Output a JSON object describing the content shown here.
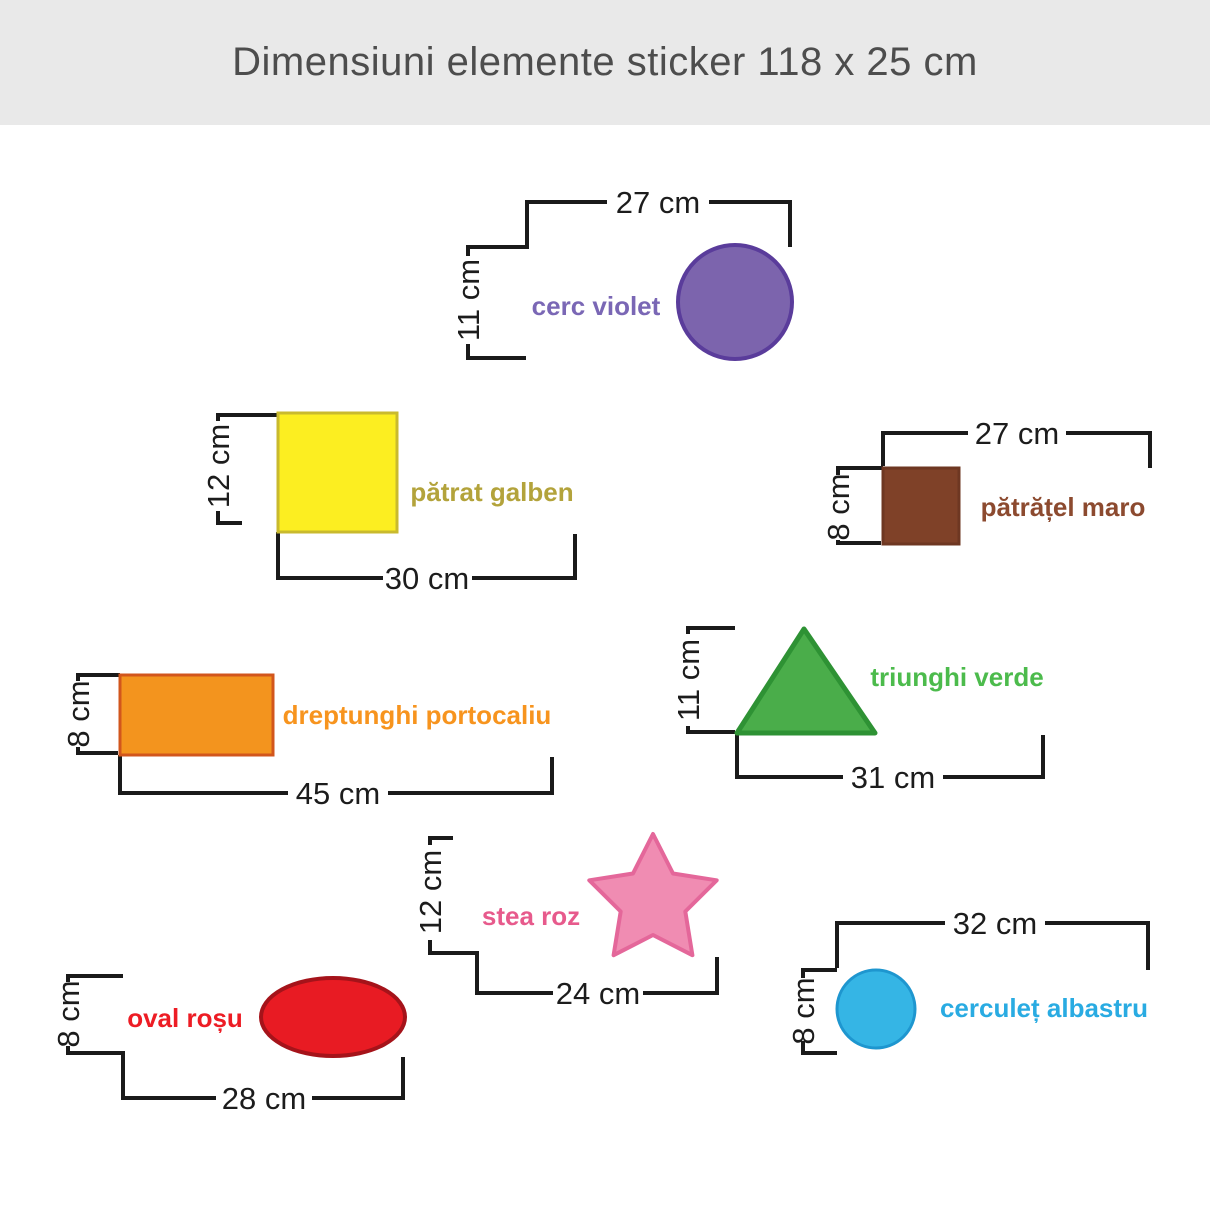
{
  "header": {
    "title": "Dimensiuni elemente sticker 118 x 25 cm",
    "background": "#E9E9E9",
    "text_color": "#4D4D4D"
  },
  "dim_color": "#1A1A1A",
  "shapes": [
    {
      "name": "cerc-violet",
      "type": "circle",
      "label": "cerc violet",
      "width": "27 cm",
      "height": "11 cm",
      "fill": "#7C64AD",
      "stroke": "#5A3C9B",
      "label_color": "#7A67B5"
    },
    {
      "name": "patrat-galben",
      "type": "square",
      "label": "pătrat galben",
      "width": "30 cm",
      "height": "12 cm",
      "fill": "#FCEE21",
      "stroke": "#C9BA2E",
      "label_color": "#B3A33B"
    },
    {
      "name": "patratel-maro",
      "type": "square",
      "label": "pătrățel maro",
      "width": "27 cm",
      "height": "8 cm",
      "fill": "#7F4128",
      "stroke": "#6E3722",
      "label_color": "#8C4A2F"
    },
    {
      "name": "dreptunghi-portocaliu",
      "type": "rectangle",
      "label": "dreptunghi portocaliu",
      "width": "45 cm",
      "height": "8 cm",
      "fill": "#F3941E",
      "stroke": "#D2561C",
      "label_color": "#F7941E"
    },
    {
      "name": "triunghi-verde",
      "type": "triangle",
      "label": "triunghi verde",
      "width": "31 cm",
      "height": "11 cm",
      "fill": "#4AAD4A",
      "stroke": "#2E9234",
      "label_color": "#4CBB4C"
    },
    {
      "name": "stea-roz",
      "type": "star",
      "label": "stea roz",
      "width": "24 cm",
      "height": "12 cm",
      "fill": "#F08CB2",
      "stroke": "#E4679A",
      "label_color": "#E75A8C"
    },
    {
      "name": "oval-rosu",
      "type": "oval",
      "label": "oval roșu",
      "width": "28 cm",
      "height": "8 cm",
      "fill": "#E81B23",
      "stroke": "#A5131A",
      "label_color": "#ED1C24"
    },
    {
      "name": "cerculet-albastru",
      "type": "circle",
      "label": "cerculeț albastru",
      "width": "32 cm",
      "height": "8 cm",
      "fill": "#35B5E5",
      "stroke": "#1E96CF",
      "label_color": "#29ABE2"
    }
  ]
}
